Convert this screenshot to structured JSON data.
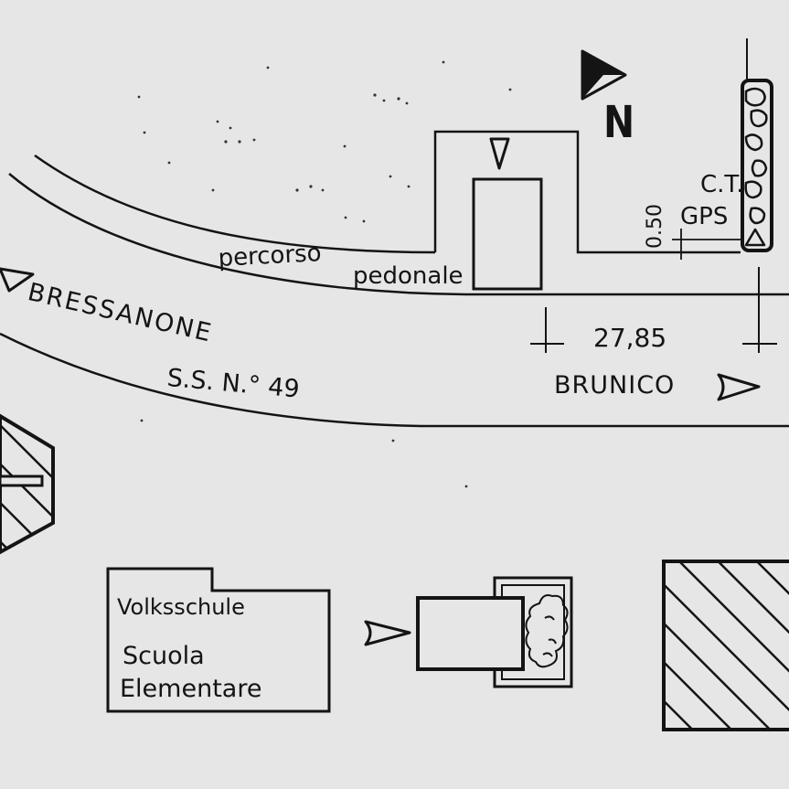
{
  "labels": {
    "north": "N",
    "footpath_1": "percorso",
    "footpath_2": "pedonale",
    "toward_west": "BRESSANONE",
    "road": "S.S. N.° 49",
    "toward_east": "BRUNICO",
    "distance": "27,85",
    "offset": "0.50",
    "ct": "C.T.",
    "gps": "GPS",
    "school_de": "Volksschule",
    "school_it_1": "Scuola",
    "school_it_2": "Elementare"
  },
  "colors": {
    "background": "#e6e6e6",
    "ink": "#141414"
  },
  "symbols": {
    "north_arrow": "half-filled-triangle-arrow",
    "survey_point": "triangle-benchmark",
    "wall": "stone-wall-hatch",
    "tree": "tree-canopy",
    "buildings": "diagonal-hatch"
  }
}
